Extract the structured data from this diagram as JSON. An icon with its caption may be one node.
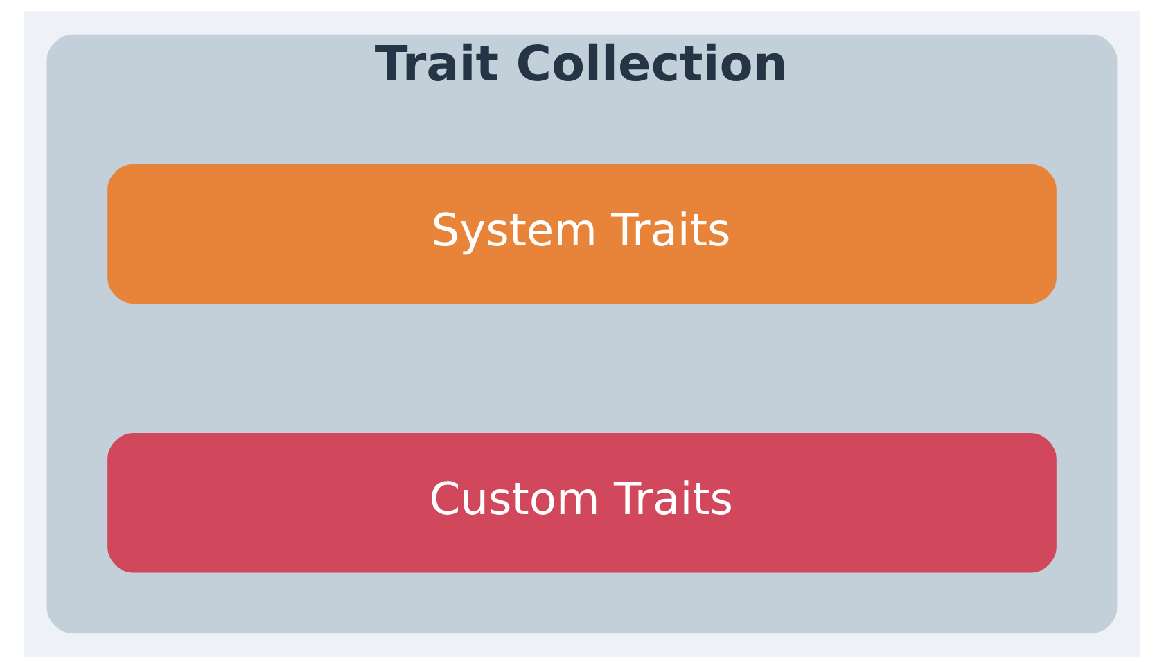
{
  "diagram": {
    "nodes": [
      {
        "text": [
          "Trait Collection"
        ]
      },
      {
        "text": [
          "System Traits"
        ],
        "in": 0
      },
      {
        "text": [
          "Custom Traits"
        ],
        "in": 0
      }
    ]
  }
}
